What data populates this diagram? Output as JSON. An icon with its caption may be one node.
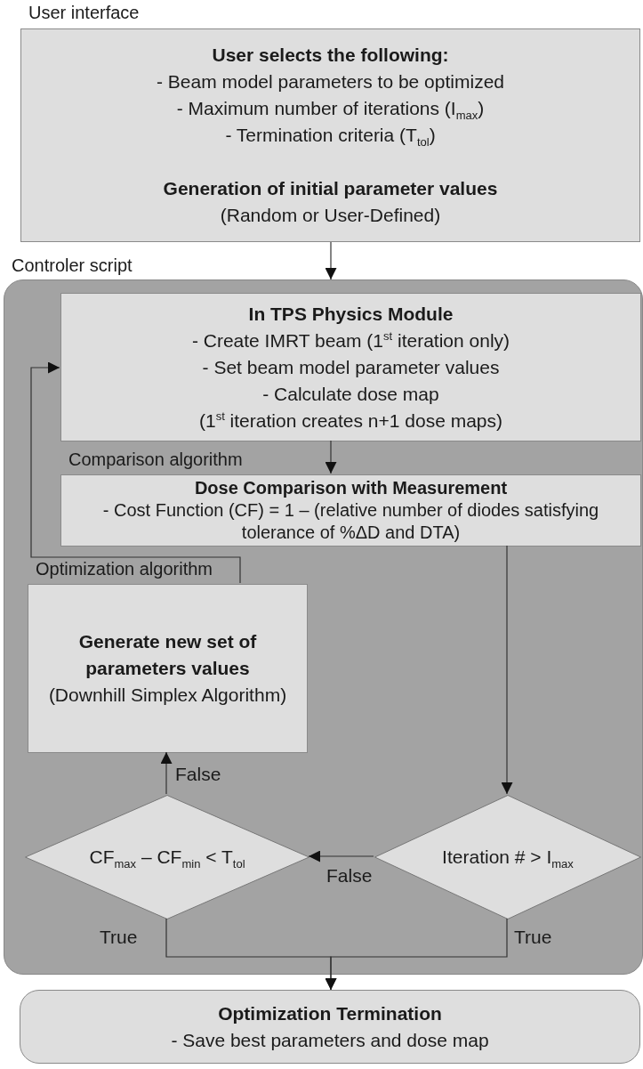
{
  "diagram": {
    "nodes": [
      {
        "text": [
          "User interface",
          "User selects the following:",
          "- Beam model parameters to be optimized",
          "- Maximum number of iterations (I$_{max}$)",
          "- Termination criteria (T$_{tol}$)",
          "Generation of initial parameter values",
          "(Random or User-Defined)"
        ]
      },
      {
        "text": [
          "Controler script"
        ]
      },
      {
        "text": [
          "In TPS Physics Module",
          "- Create IMRT beam (1$^{st}$ iteration only)",
          "- Set beam model parameter values",
          "- Calculate dose map",
          "(1$^{st}$ iteration creates n+1 dose maps)"
        ],
        "in": 1
      },
      {
        "text": [
          "Comparison algorithm",
          "Dose Comparison with Measurement",
          "- Cost Function (CF) = 1 – (relative number of diodes satisfying tolerance of %ΔD and DTA)"
        ],
        "in": 1
      },
      {
        "text": [
          "Optimization algorithm",
          "Generate new set of parameters values",
          "(Downhill Simplex Algorithm)"
        ],
        "in": 1
      },
      {
        "text": [
          "CF$_{max}$ – CF$_{min}$ < T$_{tol}$"
        ],
        "in": 1
      },
      {
        "text": [
          "Iteration # > I$_{max}$"
        ],
        "in": 1
      },
      {
        "text": [
          "Optimization Termination",
          "- Save best parameters and dose map"
        ]
      }
    ],
    "edges": [
      {
        "from": 0,
        "to": 1,
        "arrow": "to"
      },
      {
        "from": 2,
        "to": 3,
        "arrow": "to"
      },
      {
        "from": 3,
        "to": 6,
        "arrow": "to"
      },
      {
        "from": 6,
        "to": 5,
        "arrow": "to",
        "label": "False"
      },
      {
        "from": 5,
        "to": 4,
        "arrow": "to",
        "label": "False"
      },
      {
        "from": 4,
        "to": 2,
        "arrow": "to"
      },
      {
        "from": 5,
        "to": 7,
        "arrow": "to",
        "label": "True"
      },
      {
        "from": 6,
        "to": 7,
        "arrow": "to",
        "label": "True"
      }
    ]
  }
}
